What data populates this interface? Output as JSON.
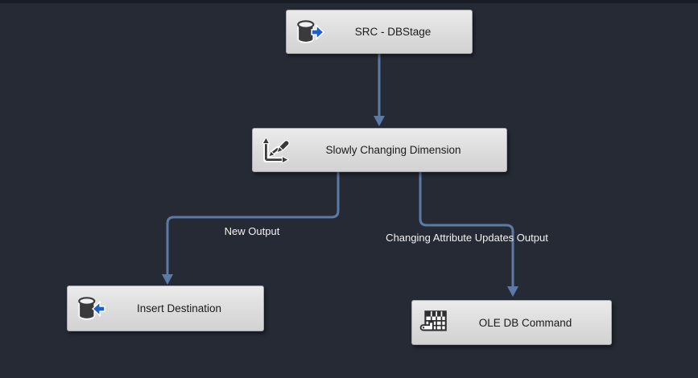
{
  "diagram": {
    "nodes": [
      {
        "id": "src-dbstage",
        "label": "SRC - DBStage",
        "icon": "database-source-icon"
      },
      {
        "id": "scd",
        "label": "Slowly Changing Dimension",
        "icon": "scd-axes-pencil-icon"
      },
      {
        "id": "insert-destination",
        "label": "Insert Destination",
        "icon": "database-destination-icon"
      },
      {
        "id": "ole-db-command",
        "label": "OLE DB Command",
        "icon": "table-command-icon"
      }
    ],
    "edges": [
      {
        "from": "src-dbstage",
        "to": "scd",
        "label": ""
      },
      {
        "from": "scd",
        "to": "insert-destination",
        "label": "New Output"
      },
      {
        "from": "scd",
        "to": "ole-db-command",
        "label": "Changing Attribute Updates Output"
      }
    ],
    "colors": {
      "background": "#262a35",
      "top_strip": "#1a1d25",
      "node_background": "#dcdcdc",
      "node_border": "#a8a8a8",
      "node_text": "#1b1b1b",
      "connector": "#5b7aa6",
      "edge_label_text": "#f2f2f2",
      "icon_blue_arrow": "#1d61c8",
      "icon_dark": "#3a3a3c"
    }
  }
}
